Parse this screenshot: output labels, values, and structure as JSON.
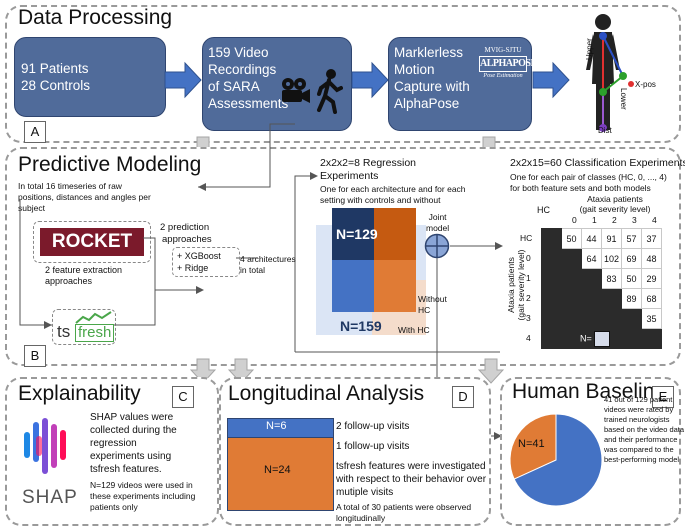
{
  "data_processing": {
    "title": "Data Processing",
    "letter": "A",
    "box1_line1": "91 Patients",
    "box1_line2": "28 Controls",
    "box2_line1": "159 Video",
    "box2_line2": "Recordings",
    "box2_line3": "of SARA",
    "box2_line4": "Assessments",
    "box3_line1": "Marklerless",
    "box3_line2": "Motion",
    "box3_line3": "Capture with",
    "box3_line4": "AlphaPose",
    "alphapose_top": "MVIG-SJTU",
    "alphapose_main": "ALPHAPOSE",
    "alphapose_sub": "Pose Estimation",
    "skeleton_upper": "Upper",
    "skeleton_lower": "Lower",
    "skeleton_xpos": "X-pos",
    "skeleton_dist": "Dist"
  },
  "predictive": {
    "title": "Predictive Modeling",
    "letter": "B",
    "intro_l1": "In total 16 timeseries of raw",
    "intro_l2": "positions, distances and angles per",
    "intro_l3": "subject",
    "rocket": "ROCKET",
    "feat_l1": "2 feature extraction",
    "feat_l2": "approaches",
    "ts": "ts",
    "fresh": "fresh",
    "pred_l1": "2 prediction",
    "pred_l2": "approaches",
    "xgb": "+ XGBoost",
    "ridge": "+ Ridge",
    "arch_l1": "4 architectures",
    "arch_l2": "in total",
    "reg_title1": "2x2x2=8 Regression",
    "reg_title2": "Experiments",
    "reg_desc1": "One for each architecture and for each",
    "reg_desc2": "setting with controls and without",
    "n129": "N=129",
    "n159": "N=159",
    "without_hc1": "Without",
    "without_hc2": "HC",
    "with_hc": "With HC",
    "joint1": "Joint",
    "joint2": "model",
    "cls_title": "2x2x15=60 Classification Experiments",
    "cls_desc1": "One for each pair of classes (HC, 0, ..., 4)",
    "cls_desc2": "for both feature sets and both models",
    "hc_header": "HC",
    "ataxia_header1": "Ataxia patients",
    "ataxia_header2": "(gait severity level)",
    "row_label1": "Ataxia patients",
    "row_label2": "(gait severity level)",
    "col_labels": [
      "0",
      "1",
      "2",
      "3",
      "4"
    ],
    "row_labels": [
      "HC",
      "0",
      "1",
      "2",
      "3",
      "4"
    ],
    "matrix": [
      [
        "",
        "50",
        "44",
        "91",
        "57",
        "37"
      ],
      [
        "",
        "",
        "64",
        "102",
        "69",
        "48"
      ],
      [
        "",
        "",
        "",
        "83",
        "50",
        "29"
      ],
      [
        "",
        "",
        "",
        "",
        "89",
        "68"
      ],
      [
        "",
        "",
        "",
        "",
        "",
        "35"
      ],
      [
        "",
        "",
        "",
        "",
        "",
        ""
      ]
    ],
    "n_legend": "N="
  },
  "explainability": {
    "title": "Explainability",
    "letter": "C",
    "shap_logo": "SHAP",
    "text_l1": "SHAP values were",
    "text_l2": "collected during the",
    "text_l3": "regression",
    "text_l4": "experiments using",
    "text_l5": "tsfresh features.",
    "note_l1": "N=129 videos were used in",
    "note_l2": "these experiments including",
    "note_l3": "patients only"
  },
  "longitudinal": {
    "title": "Longitudinal Analysis",
    "letter": "D",
    "n6": "N=6",
    "n24": "N=24",
    "visits2": "2 follow-up visits",
    "visits1": "1 follow-up visits",
    "desc_l1": "tsfresh features were investigated",
    "desc_l2": "with respect to their behavior over",
    "desc_l3": "mutiple visits",
    "note_l1": "A total of 30 patients were observed",
    "note_l2": "longitudinally"
  },
  "human": {
    "title": "Human Baseline",
    "letter": "E",
    "n41": "N=41",
    "pie_fraction": 0.318,
    "desc": [
      "41 out of 129 patient",
      "videos were rated by",
      "trained neurologists",
      "based on the video data",
      "and their performance",
      "was compared to the",
      "best-performing model"
    ]
  },
  "colors": {
    "dark_blue": "#1f3864",
    "blue": "#4472c4",
    "orange": "#e07b35",
    "dark_orange": "#c55a11",
    "light_blue": "#dbe5f5",
    "light_orange": "#f4dccb",
    "rocket_red": "#7b1a2b",
    "matrix_dark": "#2b2b2b",
    "matrix_cell": "#d6dcea"
  }
}
